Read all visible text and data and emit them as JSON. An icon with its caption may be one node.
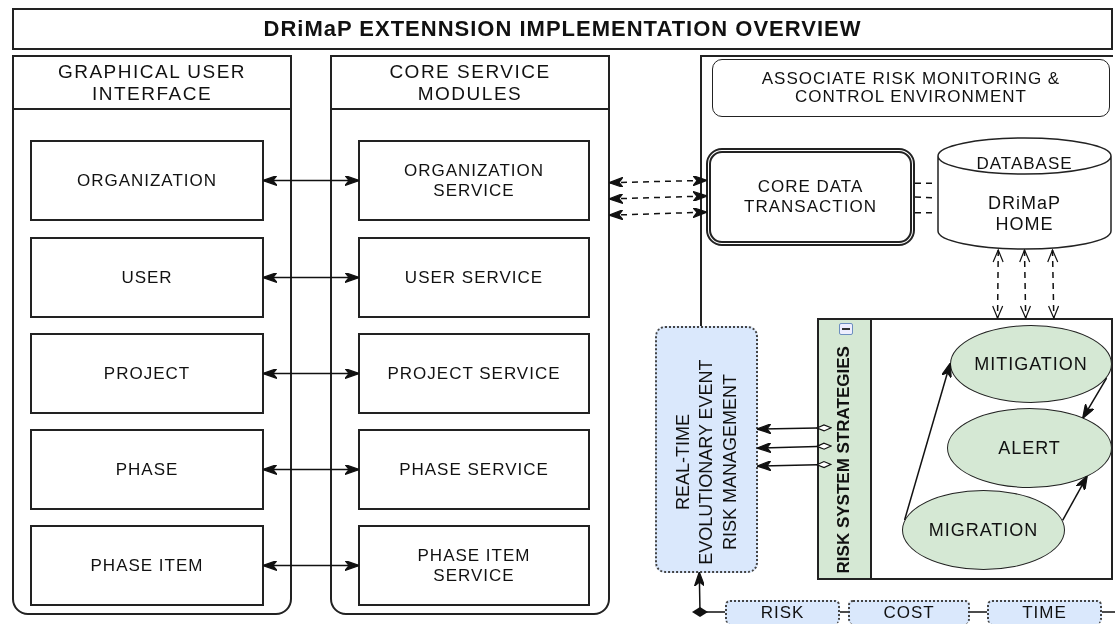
{
  "diagram": {
    "title": "DRiMaP EXTENNSION IMPLEMENTATION OVERVIEW",
    "nodes": [
      {
        "text": [
          "GRAPHICAL USER INTERFACE"
        ]
      },
      {
        "text": [
          "ORGANIZATION"
        ],
        "in": 0
      },
      {
        "text": [
          "USER"
        ],
        "in": 0
      },
      {
        "text": [
          "PROJECT"
        ],
        "in": 0
      },
      {
        "text": [
          "PHASE"
        ],
        "in": 0
      },
      {
        "text": [
          "PHASE ITEM"
        ],
        "in": 0
      },
      {
        "text": [
          "CORE SERVICE MODULES"
        ]
      },
      {
        "text": [
          "ORGANIZATION SERVICE"
        ],
        "in": 6
      },
      {
        "text": [
          "USER SERVICE"
        ],
        "in": 6
      },
      {
        "text": [
          "PROJECT SERVICE"
        ],
        "in": 6
      },
      {
        "text": [
          "PHASE SERVICE"
        ],
        "in": 6
      },
      {
        "text": [
          "PHASE ITEM SERVICE"
        ],
        "in": 6
      },
      {
        "text": [
          "ASSOCIATE RISK MONITORING & CONTROL ENVIRONMENT"
        ]
      },
      {
        "text": [
          "CORE DATA TRANSACTION"
        ],
        "in": 12
      },
      {
        "text": [
          "DATABASE",
          "DRiMaP HOME"
        ],
        "in": 12
      },
      {
        "text": [
          "REAL-TIME EVOLUTIONARY EVENT RISK MANAGEMENT"
        ]
      },
      {
        "text": [
          "RISK SYSTEM STRATEGIES"
        ]
      },
      {
        "text": [
          "MITIGATION"
        ],
        "in": 16
      },
      {
        "text": [
          "ALERT"
        ],
        "in": 16
      },
      {
        "text": [
          "MIGRATION"
        ],
        "in": 16
      },
      {
        "text": [
          "RISK"
        ]
      },
      {
        "text": [
          "COST"
        ]
      },
      {
        "text": [
          "TIME"
        ]
      }
    ],
    "edges": [
      {
        "from": 1,
        "to": 7,
        "arrow": "both"
      },
      {
        "from": 2,
        "to": 8,
        "arrow": "both"
      },
      {
        "from": 3,
        "to": 9,
        "arrow": "both"
      },
      {
        "from": 4,
        "to": 10,
        "arrow": "both"
      },
      {
        "from": 5,
        "to": 11,
        "arrow": "both"
      },
      {
        "from": 6,
        "to": 13,
        "arrow": "both",
        "style": "dashed"
      },
      {
        "from": 6,
        "to": 13,
        "arrow": "both",
        "style": "dashed"
      },
      {
        "from": 6,
        "to": 13,
        "arrow": "both",
        "style": "dashed"
      },
      {
        "from": 13,
        "to": 14,
        "arrow": "none",
        "style": "dashed"
      },
      {
        "from": 13,
        "to": 14,
        "arrow": "none",
        "style": "dashed"
      },
      {
        "from": 13,
        "to": 14,
        "arrow": "none",
        "style": "dashed"
      },
      {
        "from": 14,
        "to": 16,
        "arrow": "both",
        "style": "dashed"
      },
      {
        "from": 14,
        "to": 16,
        "arrow": "both",
        "style": "dashed"
      },
      {
        "from": 14,
        "to": 16,
        "arrow": "both",
        "style": "dashed"
      },
      {
        "from": 16,
        "to": 15,
        "arrow": "to"
      },
      {
        "from": 16,
        "to": 15,
        "arrow": "to"
      },
      {
        "from": 16,
        "to": 15,
        "arrow": "to"
      },
      {
        "from": 19,
        "to": 17,
        "arrow": "to"
      },
      {
        "from": 17,
        "to": 18,
        "arrow": "to"
      },
      {
        "from": 19,
        "to": 18,
        "arrow": "to"
      },
      {
        "from": 20,
        "to": 15,
        "arrow": "to"
      },
      {
        "from": 20,
        "to": 21,
        "arrow": "none"
      },
      {
        "from": 21,
        "to": 22,
        "arrow": "none"
      },
      {
        "from": 22,
        "to": null,
        "arrow": "none"
      }
    ]
  }
}
